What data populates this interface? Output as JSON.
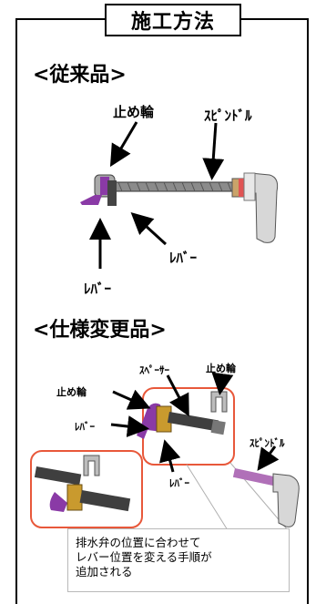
{
  "title": "施工方法",
  "conventional": {
    "heading": "<従来品>",
    "label_stop_ring": "止め輪",
    "label_spindle": "ｽﾋﾟﾝﾄﾞﾙ",
    "label_lever_right": "ﾚﾊﾞｰ",
    "label_lever_bottom": "ﾚﾊﾞｰ"
  },
  "changed": {
    "heading": "<仕様変更品>",
    "label_spacer": "ｽﾍﾟｰｻｰ",
    "label_stop_ring_top": "止め輪",
    "label_stop_ring_left": "止め輪",
    "label_lever_left": "ﾚﾊﾞｰ",
    "label_spindle": "ｽﾋﾟﾝﾄﾞﾙ",
    "label_lever_bottom": "ﾚﾊﾞｰ",
    "note_line1": "排水弁の位置に合わせて",
    "note_line2": "レバー位置を変える手順が",
    "note_line3": "追加される"
  },
  "colors": {
    "highlight": "#e8583a",
    "purple": "#8a3aa6",
    "brass": "#c99a2e",
    "handle": "#d7d7d7"
  }
}
